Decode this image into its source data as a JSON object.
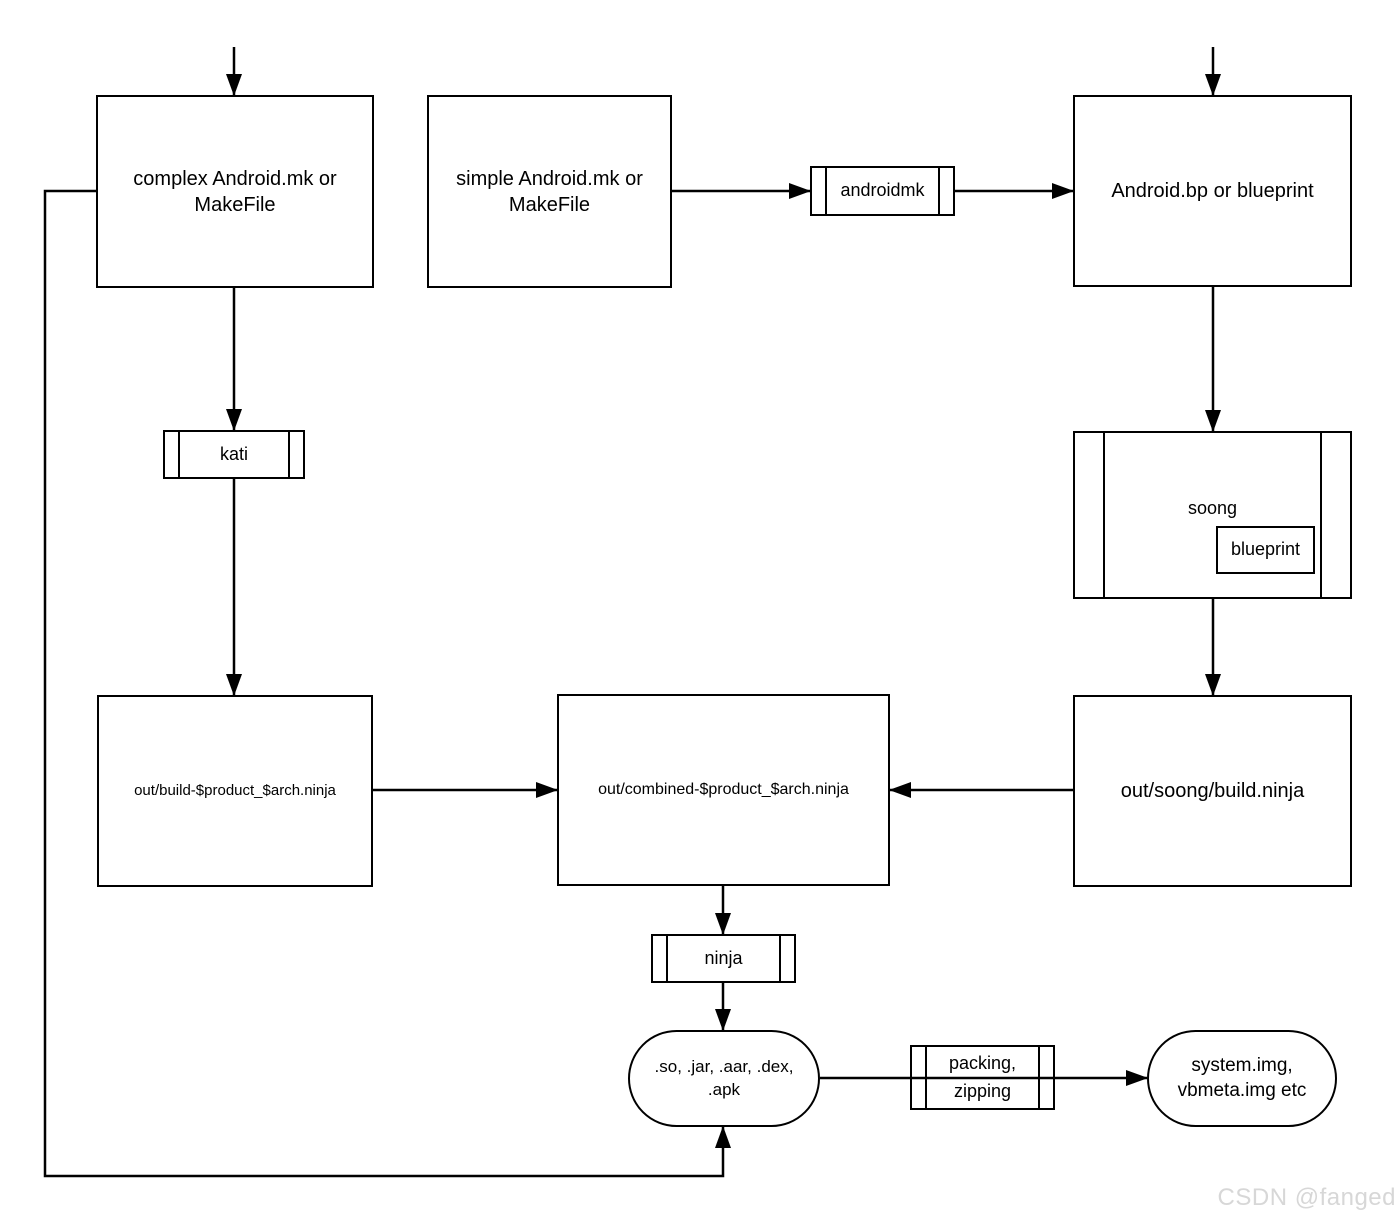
{
  "diagram": {
    "nodes": {
      "complex_mk": {
        "label": "complex Android.mk or MakeFile"
      },
      "simple_mk": {
        "label": "simple Android.mk or MakeFile"
      },
      "androidmk": {
        "label": "androidmk"
      },
      "android_bp": {
        "label": "Android.bp or blueprint"
      },
      "kati": {
        "label": "kati"
      },
      "soong": {
        "label": "soong"
      },
      "blueprint": {
        "label": "blueprint"
      },
      "out_build_ninja": {
        "label": "out/build-$product_$arch.ninja"
      },
      "out_combined_ninja": {
        "label": "out/combined-$product_$arch.ninja"
      },
      "out_soong_ninja": {
        "label": "out/soong/build.ninja"
      },
      "ninja": {
        "label": "ninja"
      },
      "artifacts": {
        "label": ".so, .jar, .aar, .dex, .apk"
      },
      "packing": {
        "label": "packing, zipping"
      },
      "images": {
        "label": "system.img, vbmeta.img etc"
      }
    },
    "edges": [
      {
        "from": "start",
        "to": "complex_mk"
      },
      {
        "from": "start",
        "to": "android_bp"
      },
      {
        "from": "simple_mk",
        "to": "androidmk"
      },
      {
        "from": "androidmk",
        "to": "android_bp"
      },
      {
        "from": "complex_mk",
        "to": "kati"
      },
      {
        "from": "kati",
        "to": "out_build_ninja"
      },
      {
        "from": "android_bp",
        "to": "soong"
      },
      {
        "from": "soong",
        "to": "out_soong_ninja"
      },
      {
        "from": "out_build_ninja",
        "to": "out_combined_ninja"
      },
      {
        "from": "out_soong_ninja",
        "to": "out_combined_ninja"
      },
      {
        "from": "out_combined_ninja",
        "to": "ninja"
      },
      {
        "from": "ninja",
        "to": "artifacts"
      },
      {
        "from": "artifacts",
        "to": "images"
      },
      {
        "from": "complex_mk",
        "to": "artifacts"
      }
    ],
    "watermark": "CSDN @fanged",
    "colors": {
      "stroke": "#000000",
      "background": "#ffffff",
      "watermark": "#d7d7d7"
    }
  }
}
